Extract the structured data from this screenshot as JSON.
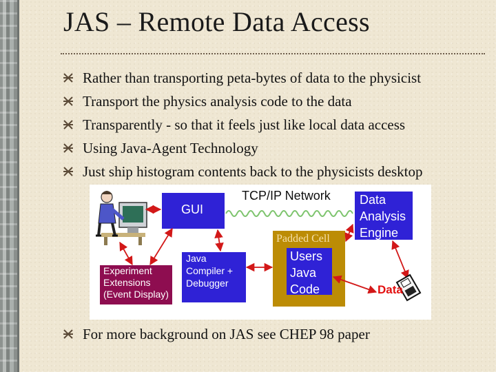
{
  "slide": {
    "title": "JAS – Remote Data Access",
    "bullets": [
      "Rather than transporting peta-bytes of data to the physicist",
      "Transport the physics analysis code to the data",
      "Transparently - so that it feels just like local data access",
      "Using Java-Agent Technology",
      "Just ship histogram contents back to the physicists desktop"
    ],
    "final_bullet": "For more background on JAS see CHEP 98 paper"
  },
  "diagram": {
    "gui": "GUI",
    "network": "TCP/IP Network",
    "analysis_engine": [
      "Data",
      "Analysis",
      "Engine"
    ],
    "padded_cell": "Padded Cell",
    "users_code": [
      "Users",
      "Java",
      "Code"
    ],
    "compiler": [
      "Java",
      "Compiler +",
      "Debugger"
    ],
    "experiment": [
      "Experiment",
      "Extensions",
      "(Event Display)"
    ],
    "data": "Data"
  },
  "colors": {
    "accent_blue": "#2f22d6",
    "padded_gold": "#bc8c05",
    "experiment_maroon": "#8e0d50",
    "data_red": "#e31010"
  },
  "icons": {
    "bullet": "bullet-star-icon",
    "workstation": "physicist-workstation-icon",
    "database": "data-disk-icon"
  }
}
